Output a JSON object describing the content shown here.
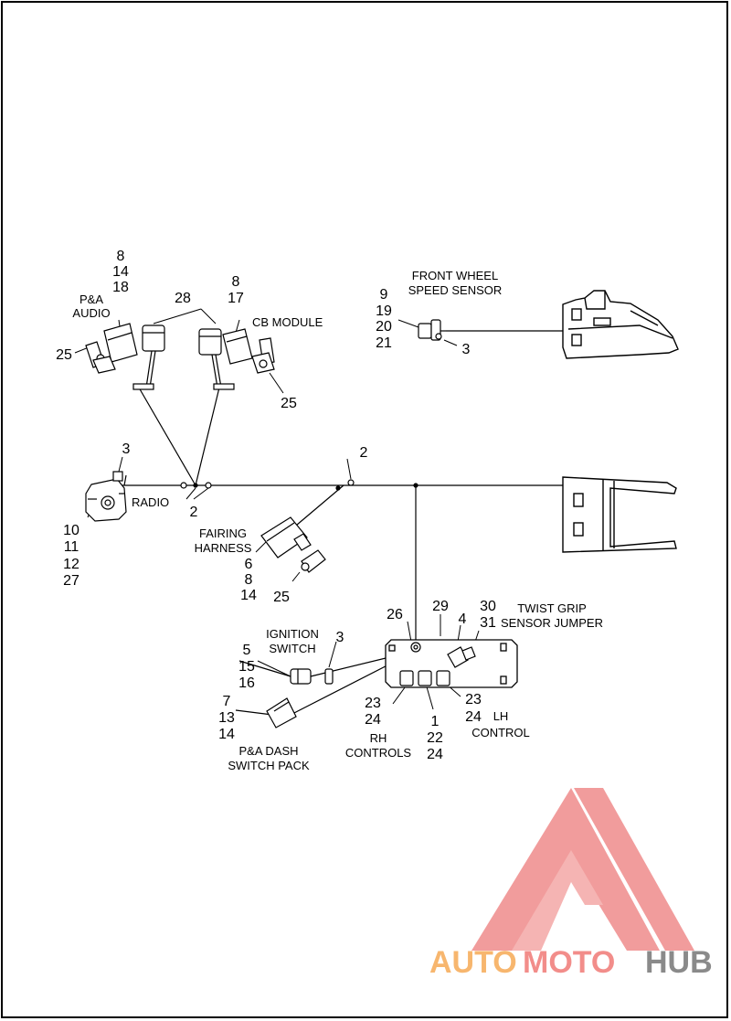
{
  "labels": {
    "pa_audio_l1": "P&A",
    "pa_audio_l2": "AUDIO",
    "cb_module": "CB MODULE",
    "front_wheel_l1": "FRONT WHEEL",
    "front_wheel_l2": "SPEED SENSOR",
    "radio": "RADIO",
    "fairing_l1": "FAIRING",
    "fairing_l2": "HARNESS",
    "ignition_l1": "IGNITION",
    "ignition_l2": "SWITCH",
    "twist_l1": "TWIST GRIP",
    "twist_l2": "SENSOR JUMPER",
    "pa_dash_l1": "P&A DASH",
    "pa_dash_l2": "SWITCH PACK",
    "rh_l1": "RH",
    "rh_l2": "CONTROLS",
    "lh_l1": "LH",
    "lh_l2": "CONTROL"
  },
  "callouts": {
    "pa_audio_refs": [
      "8",
      "14",
      "18"
    ],
    "cb_refs": [
      "8",
      "17"
    ],
    "ref_28": "28",
    "ref_25_left": "25",
    "ref_25_cb": "25",
    "ref_25_fairing": "25",
    "front_wheel_refs": [
      "9",
      "19",
      "20",
      "21"
    ],
    "ref_3_sensor": "3",
    "ref_3_radio": "3",
    "ref_2_top": "2",
    "ref_2_bottom": "2",
    "radio_refs": [
      "10",
      "11",
      "12",
      "27"
    ],
    "fairing_refs": [
      "6",
      "8",
      "14"
    ],
    "ref_26": "26",
    "ref_29": "29",
    "ref_4": "4",
    "twist_refs": [
      "30",
      "31"
    ],
    "ignition_refs": [
      "5",
      "15",
      "16"
    ],
    "ref_3_ignition": "3",
    "dash_refs": [
      "7",
      "13",
      "14"
    ],
    "rh_refs": [
      "23",
      "24"
    ],
    "mid_refs": [
      "1",
      "22",
      "24"
    ],
    "lh_refs": [
      "23",
      "24"
    ]
  },
  "watermark": {
    "part1": "AUTO",
    "part2": "MOTO",
    "part3": "HUB",
    "color_part1": "#f7b66e",
    "color_part2": "#f28d8a",
    "color_part3": "#8a8a8a",
    "logo_color": "#ef8b8b"
  }
}
